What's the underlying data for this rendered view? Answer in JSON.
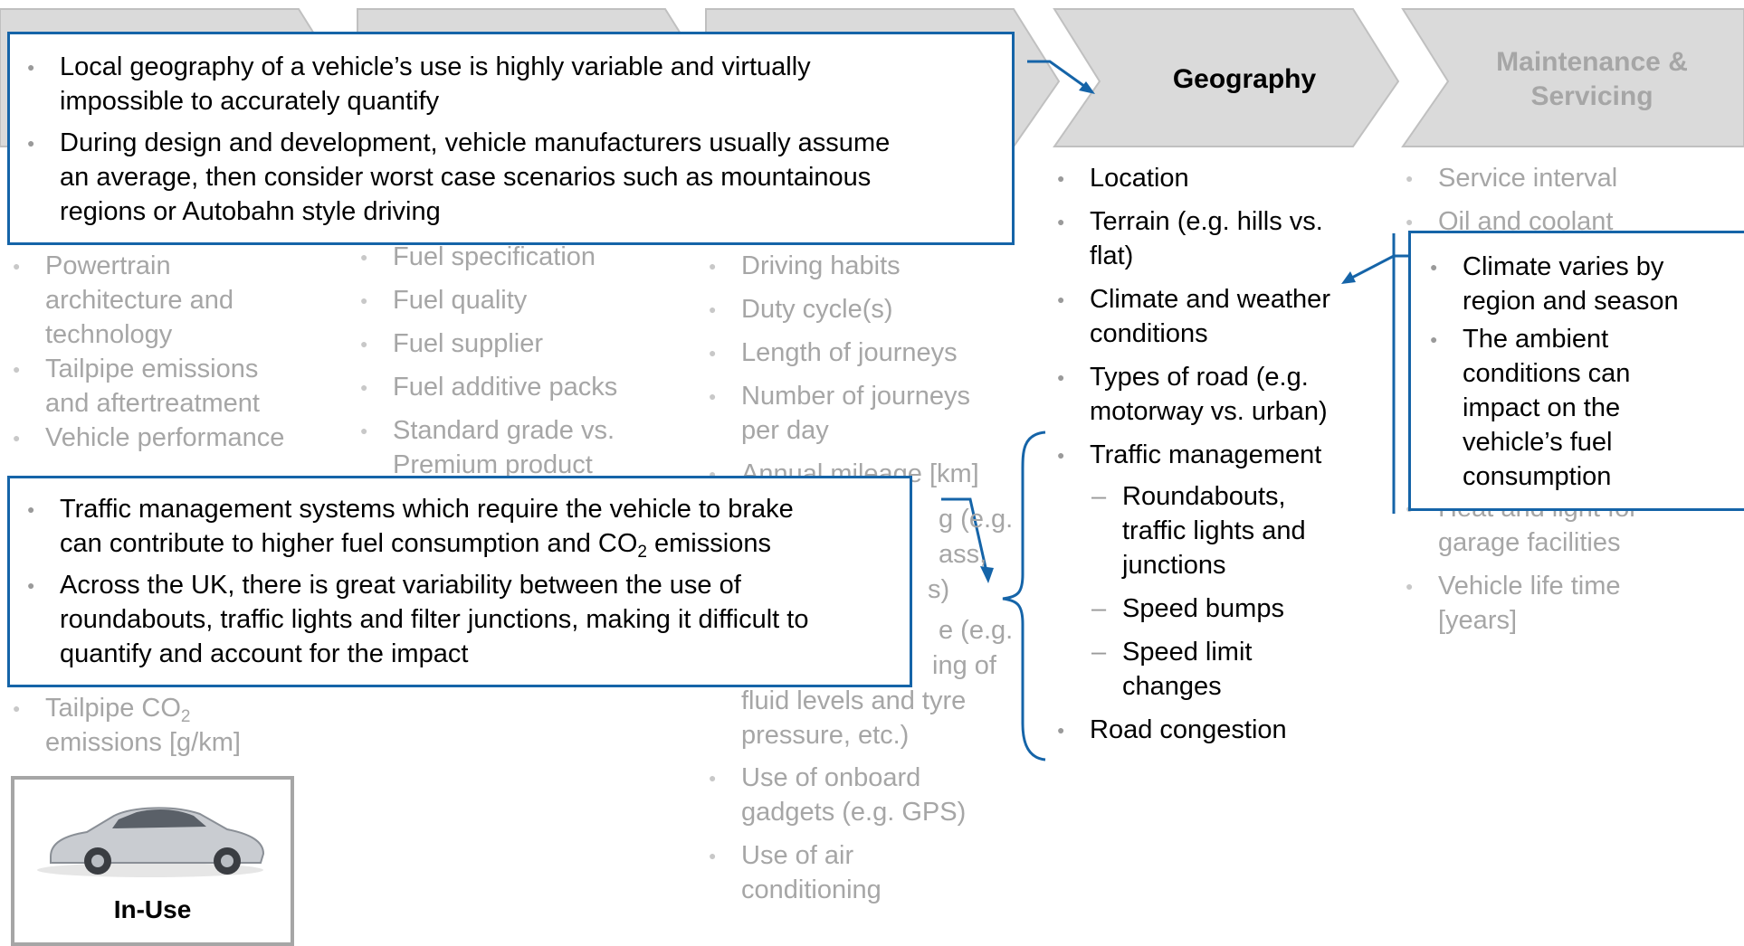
{
  "colors": {
    "accent_blue": "#1564a8",
    "chevron_fill": "#dadada",
    "chevron_stroke": "#c0c0c0",
    "text_dark": "#000000",
    "text_grey": "#a6a6a6"
  },
  "chevrons": {
    "geography": "Geography",
    "maintenance_line1": "Maintenance &",
    "maintenance_line2": "Servicing"
  },
  "vehicle_column": {
    "items": [
      {
        "a": "Powertrain",
        "b": "architecture and",
        "c": "technology"
      },
      {
        "a": "Tailpipe emissions",
        "b": "and aftertreatment"
      },
      {
        "a": "Vehicle performance"
      }
    ],
    "co2_label": "Tailpipe CO",
    "co2_sub": "2",
    "co2_line2": "emissions [g/km]"
  },
  "fuel_column": {
    "items": [
      "Fuel specification",
      "Fuel quality",
      "Fuel supplier",
      "Fuel additive packs"
    ],
    "premium_a": "Standard grade vs.",
    "premium_b": "Premium product"
  },
  "driver_column": {
    "items": [
      "Driving habits",
      "Duty cycle(s)",
      "Length of journeys"
    ],
    "journeys_a": "Number of journeys",
    "journeys_b": "per day",
    "mileage": "Annual mileage [km]",
    "frag1": "g (e.g.",
    "frag2": "ass,",
    "frag3": "s)",
    "frag4": "e (e.g.",
    "frag5": "ing of",
    "fluid_a": "fluid levels and tyre",
    "fluid_b": "pressure, etc.)",
    "gadgets_a": "Use of onboard",
    "gadgets_b": "gadgets (e.g. GPS)",
    "air_a": "Use of air",
    "air_b": "conditioning"
  },
  "geography_column": {
    "location": "Location",
    "terrain_a": "Terrain (e.g. hills vs.",
    "terrain_b": "flat)",
    "climate_a": "Climate and weather",
    "climate_b": "conditions",
    "roads_a": "Types of road (e.g.",
    "roads_b": "motorway vs. urban)",
    "traffic": "Traffic management",
    "sub1_a": "Roundabouts,",
    "sub1_b": "traffic lights and",
    "sub1_c": "junctions",
    "sub2": "Speed bumps",
    "sub3_a": "Speed limit",
    "sub3_b": "changes",
    "congestion": "Road congestion"
  },
  "maintenance_column": {
    "service": "Service interval",
    "oil": "Oil and coolant",
    "heat_a": "Heat and light for",
    "heat_b": "garage facilities",
    "life_a": "Vehicle life time",
    "life_b": "[years]"
  },
  "callout_top": {
    "b1_a": "Local geography of a vehicle’s use is highly variable and virtually",
    "b1_b": "impossible to accurately quantify",
    "b2_a": "During design and development, vehicle manufacturers usually assume",
    "b2_b": "an average, then consider worst case scenarios such as mountainous",
    "b2_c": "regions or Autobahn style driving"
  },
  "callout_bottom": {
    "b1_a": "Traffic management systems which require the vehicle to brake",
    "b1_b_pre": "can contribute to higher fuel consumption and CO",
    "b1_b_sub": "2",
    "b1_b_post": " emissions",
    "b2_a": "Across the UK, there is great variability between the use of",
    "b2_b": "roundabouts, traffic lights and filter junctions, making it difficult to",
    "b2_c": "quantify and account for the impact"
  },
  "callout_right": {
    "b1_a": "Climate varies by",
    "b1_b": "region and season",
    "b2_a": "The ambient",
    "b2_b": "conditions can",
    "b2_c": "impact on the",
    "b2_d": "vehicle’s fuel",
    "b2_e": "consumption"
  },
  "in_use": {
    "label": "In-Use"
  }
}
